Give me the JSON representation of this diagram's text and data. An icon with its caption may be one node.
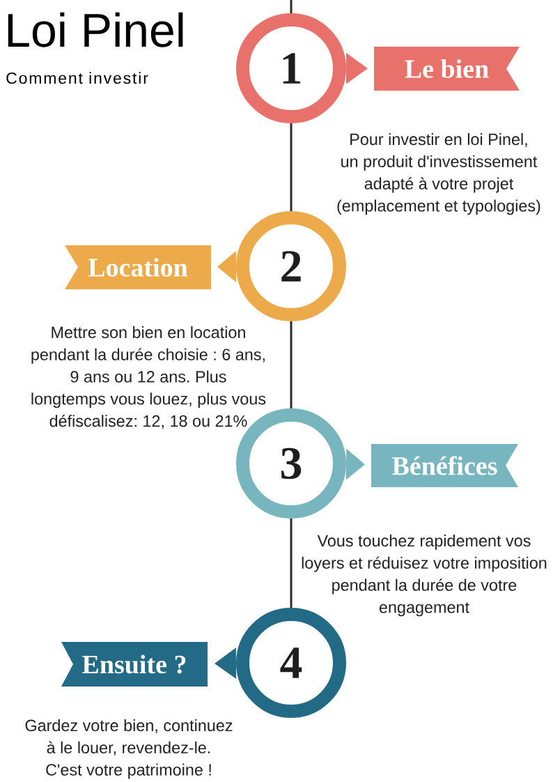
{
  "diagram": {
    "title": "Loi Pinel",
    "nodes": [
      {
        "text": [
          "1"
        ]
      },
      {
        "text": [
          "Le bien"
        ]
      },
      {
        "text": [
          "2"
        ]
      },
      {
        "text": [
          "Location"
        ]
      },
      {
        "text": [
          "3"
        ]
      },
      {
        "text": [
          "Bénéfices"
        ]
      },
      {
        "text": [
          "4"
        ]
      },
      {
        "text": [
          "Ensuite ?"
        ]
      }
    ],
    "edges": [
      {
        "from": null,
        "to": 0,
        "arrow": "none"
      },
      {
        "from": 0,
        "to": 1,
        "arrow": "to",
        "color": "#e8716c"
      },
      {
        "from": 0,
        "to": 2,
        "arrow": "none"
      },
      {
        "from": 2,
        "to": 3,
        "arrow": "to",
        "color": "#ecaa4a"
      },
      {
        "from": 2,
        "to": 4,
        "arrow": "none"
      },
      {
        "from": 4,
        "to": 5,
        "arrow": "to",
        "color": "#78b6bf"
      },
      {
        "from": 4,
        "to": 6,
        "arrow": "none"
      },
      {
        "from": 6,
        "to": 7,
        "arrow": "to",
        "color": "#226a86"
      }
    ],
    "labels": [
      "Comment investir",
      "Pour investir en loi Pinel, un produit d'investissement adapté à votre projet (emplacement et typologies)",
      "Mettre son bien en location pendant la durée choisie : 6 ans, 9 ans ou 12 ans. Plus longtemps vous louez, plus vous défiscalisez: 12, 18 ou 21%",
      "Vous touchez rapidement vos loyers et réduisez votre imposition pendant la durée de votre engagement",
      "Gardez votre bien, continuez à le louer, revendez-le. C'est votre patrimoine !"
    ]
  }
}
